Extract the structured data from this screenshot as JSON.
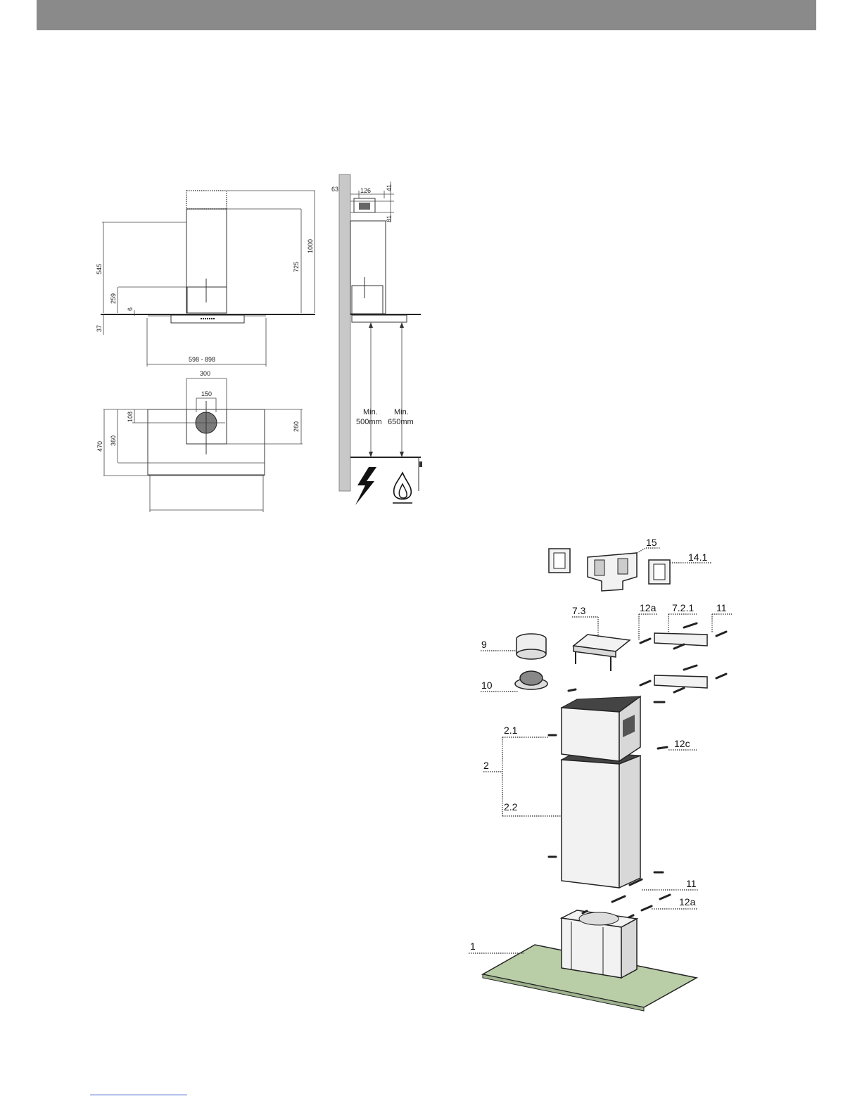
{
  "dimensions": {
    "d545": "545",
    "d259": "259",
    "d6": "6",
    "d37": "37",
    "d725": "725",
    "d1000": "1000",
    "d598_898": "598 - 898",
    "d300": "300",
    "d150": "150",
    "d108": "108",
    "d470": "470",
    "d360": "360",
    "d260": "260",
    "d63": "63",
    "d126": "126",
    "d41": "41",
    "d81": "81",
    "min500_l1": "Min.",
    "min500_l2": "500mm",
    "min650_l1": "Min.",
    "min650_l2": "650mm"
  },
  "parts": {
    "p15": "15",
    "p14_1": "14.1",
    "p12a_top": "12a",
    "p7_2_1": "7.2.1",
    "p11_top": "11",
    "p7_3": "7.3",
    "p9": "9",
    "p10": "10",
    "p2_1": "2.1",
    "p2": "2",
    "p2_2": "2.2",
    "p12c": "12c",
    "p11_bot": "11",
    "p12a_bot": "12a",
    "p1": "1"
  },
  "colors": {
    "header": "#8a8a8a",
    "glass": "#b9cda7",
    "wall": "#c8c8c8",
    "motor": "#7a7a7a"
  },
  "icons": [
    "lightning-icon",
    "gas-flame-icon"
  ]
}
